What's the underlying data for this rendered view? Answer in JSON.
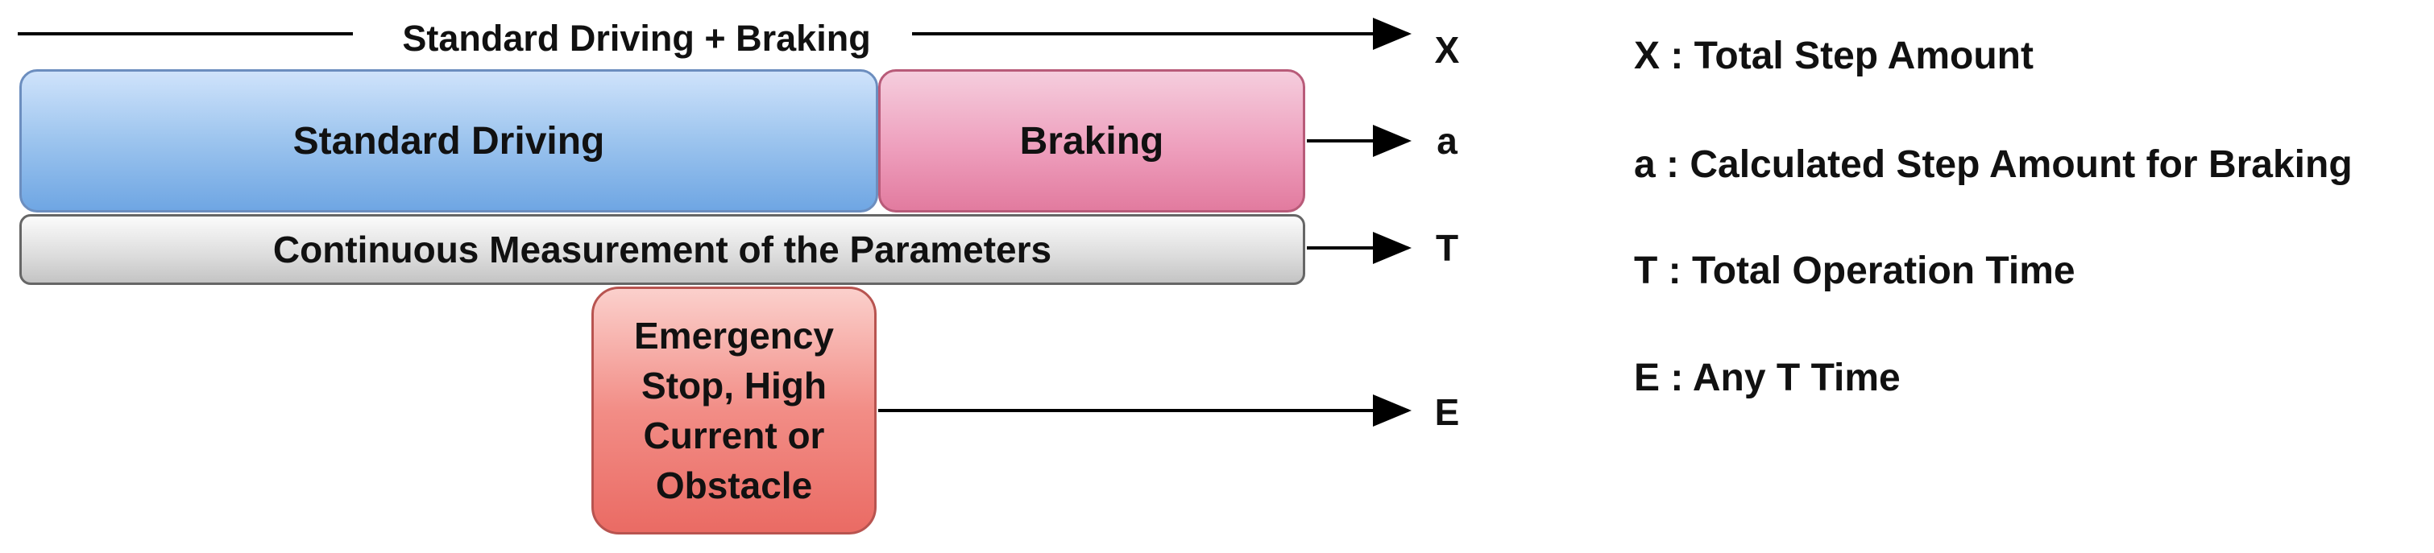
{
  "diagram": {
    "top_label": "Standard Driving + Braking",
    "blocks": {
      "standard_driving": "Standard Driving",
      "braking": "Braking",
      "measurement": "Continuous Measurement of the Parameters",
      "emergency": "Emergency Stop, High Current or Obstacle"
    },
    "arrow_labels": {
      "x": "X",
      "a": "a",
      "t": "T",
      "e": "E"
    }
  },
  "legend": {
    "items": [
      "X : Total Step Amount",
      "a : Calculated Step Amount for Braking",
      "T : Total Operation Time",
      "E : Any T Time"
    ]
  },
  "colors": {
    "blue_fill": "#9cc4ee",
    "blue_stroke": "#6c8ebf",
    "pink_fill": "#ee9fbd",
    "pink_stroke": "#b85b79",
    "grey_fill": "#dcdcdc",
    "grey_stroke": "#666666",
    "red_fill": "#f28d86",
    "red_stroke": "#b85450",
    "line": "#000000"
  }
}
